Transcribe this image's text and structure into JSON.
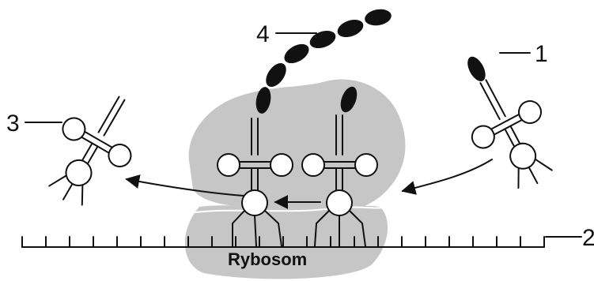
{
  "labels": {
    "label_1": "1",
    "label_2": "2",
    "label_3": "3",
    "label_4": "4",
    "ribosome": "Rybosom"
  },
  "colors": {
    "ribosome_fill": "#c6c6c6",
    "ink": "#111111",
    "background": "#ffffff"
  }
}
